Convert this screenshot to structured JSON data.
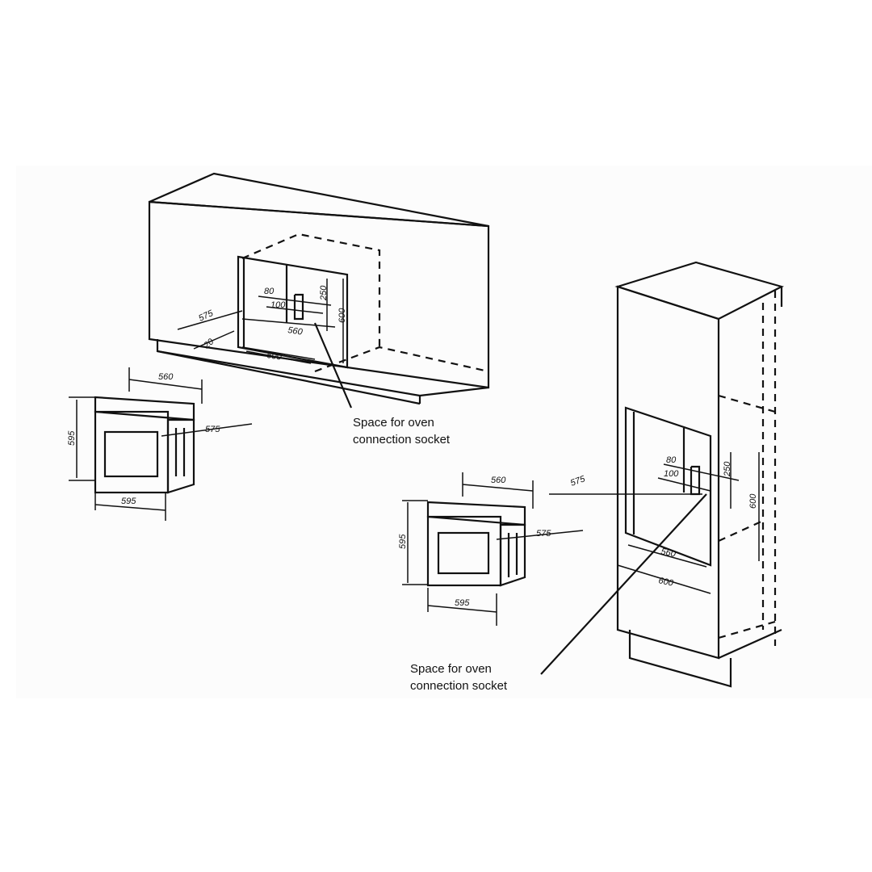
{
  "caption_top": {
    "line1": "Space for oven",
    "line2": "connection socket"
  },
  "caption_bottom": {
    "line1": "Space for oven",
    "line2": "connection socket"
  },
  "left_cabinet_dims": {
    "d80": "80",
    "d100": "100",
    "d250": "250",
    "d600v": "600",
    "d575": "575",
    "d20": "20",
    "d560": "560",
    "d600h": "600"
  },
  "left_oven_dims": {
    "width_top": "560",
    "height": "595",
    "width_bottom": "595",
    "depth": "575"
  },
  "tall_cabinet_dims": {
    "d80": "80",
    "d100": "100",
    "d250": "250",
    "d600v": "600",
    "d575": "575",
    "d560": "560",
    "d600h": "600"
  },
  "right_oven_dims": {
    "width_top": "560",
    "height": "595",
    "width_bottom": "595",
    "depth": "575"
  }
}
